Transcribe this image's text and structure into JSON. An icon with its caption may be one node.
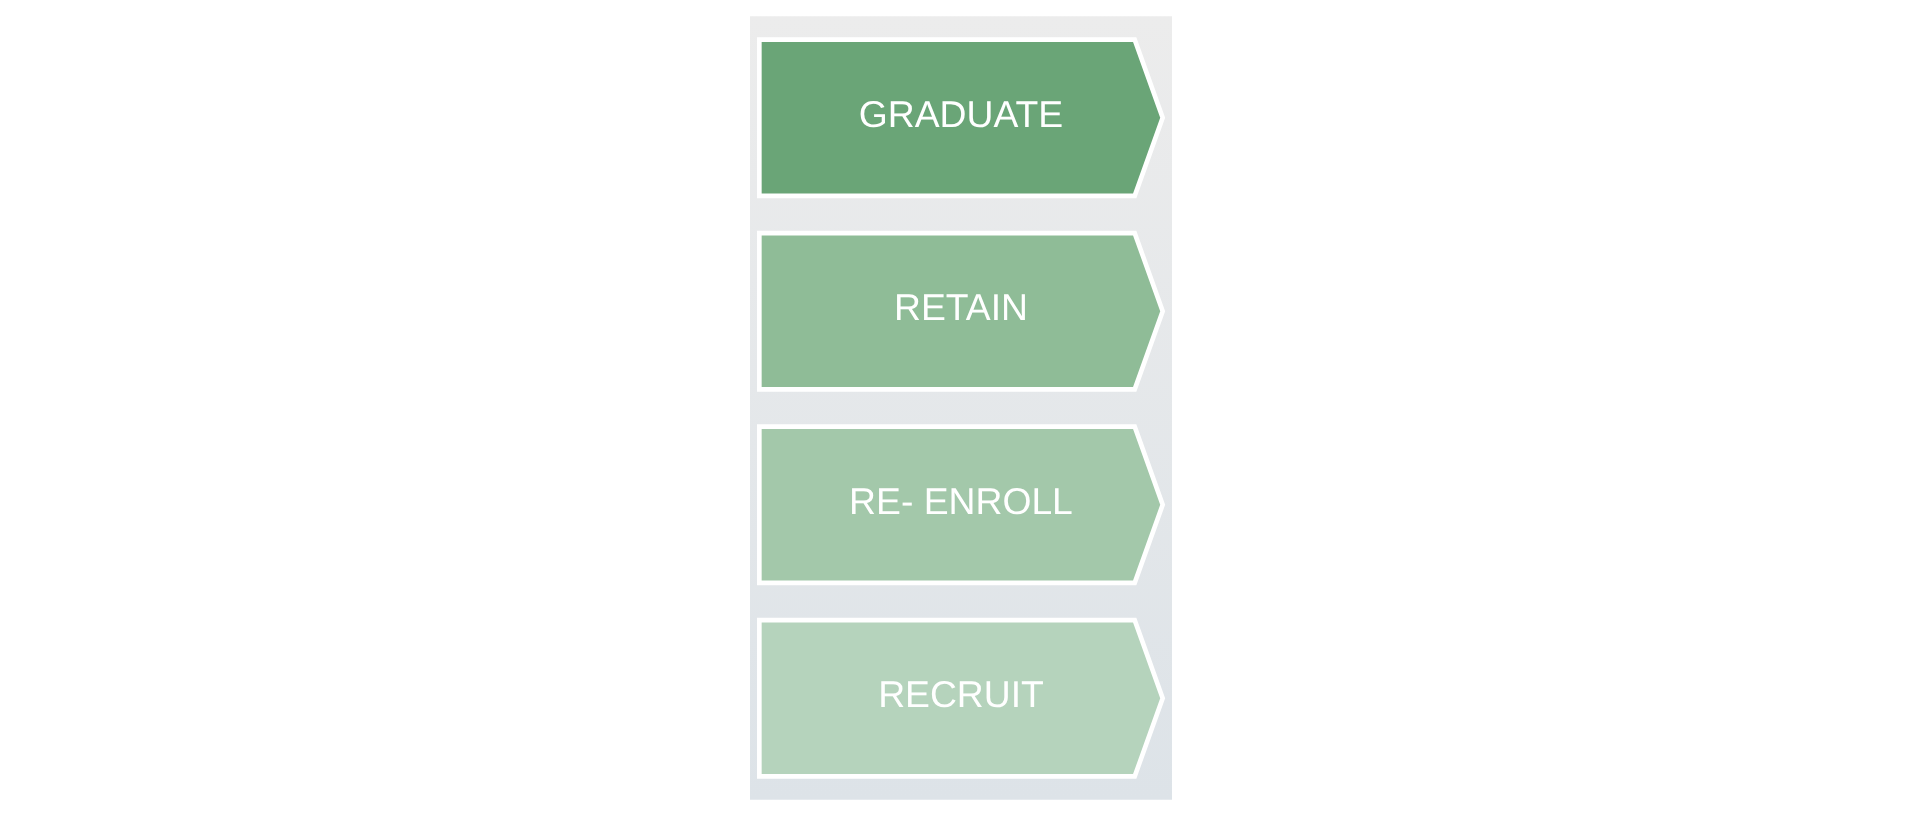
{
  "diagram": {
    "nodes": [
      {
        "text": [
          "RECRUIT"
        ]
      },
      {
        "text": [
          "RE- ENROLL"
        ]
      },
      {
        "text": [
          "RETAIN"
        ]
      },
      {
        "text": [
          "GRADUATE"
        ]
      }
    ]
  }
}
